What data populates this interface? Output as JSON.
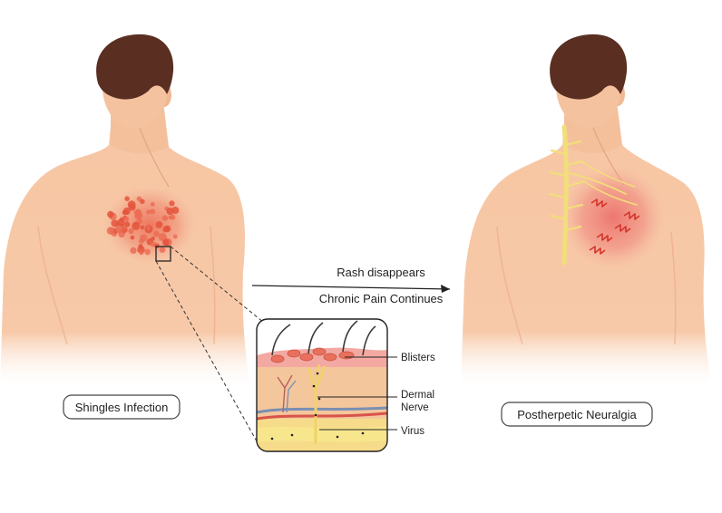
{
  "left_caption": "Shingles Infection",
  "right_caption": "Postherpetic Neuralgia",
  "transition": {
    "top": "Rash disappears",
    "bottom": "Chronic Pain Continues"
  },
  "inset_labels": {
    "blisters": "Blisters",
    "dermal_nerve_line1": "Dermal",
    "dermal_nerve_line2": "Nerve",
    "virus": "Virus"
  },
  "colors": {
    "skin": "#f7c9a8",
    "skin_shadow": "#eeb08c",
    "hair": "#5a2f22",
    "rash": "#e8563e",
    "nerve": "#f2de7a",
    "pain_glow": "#f08a80",
    "pain_mark": "#d6342c"
  },
  "icons": {
    "arrow": "arrow-right-icon",
    "blister": "blister-icon",
    "pain": "pain-mark-icon"
  }
}
